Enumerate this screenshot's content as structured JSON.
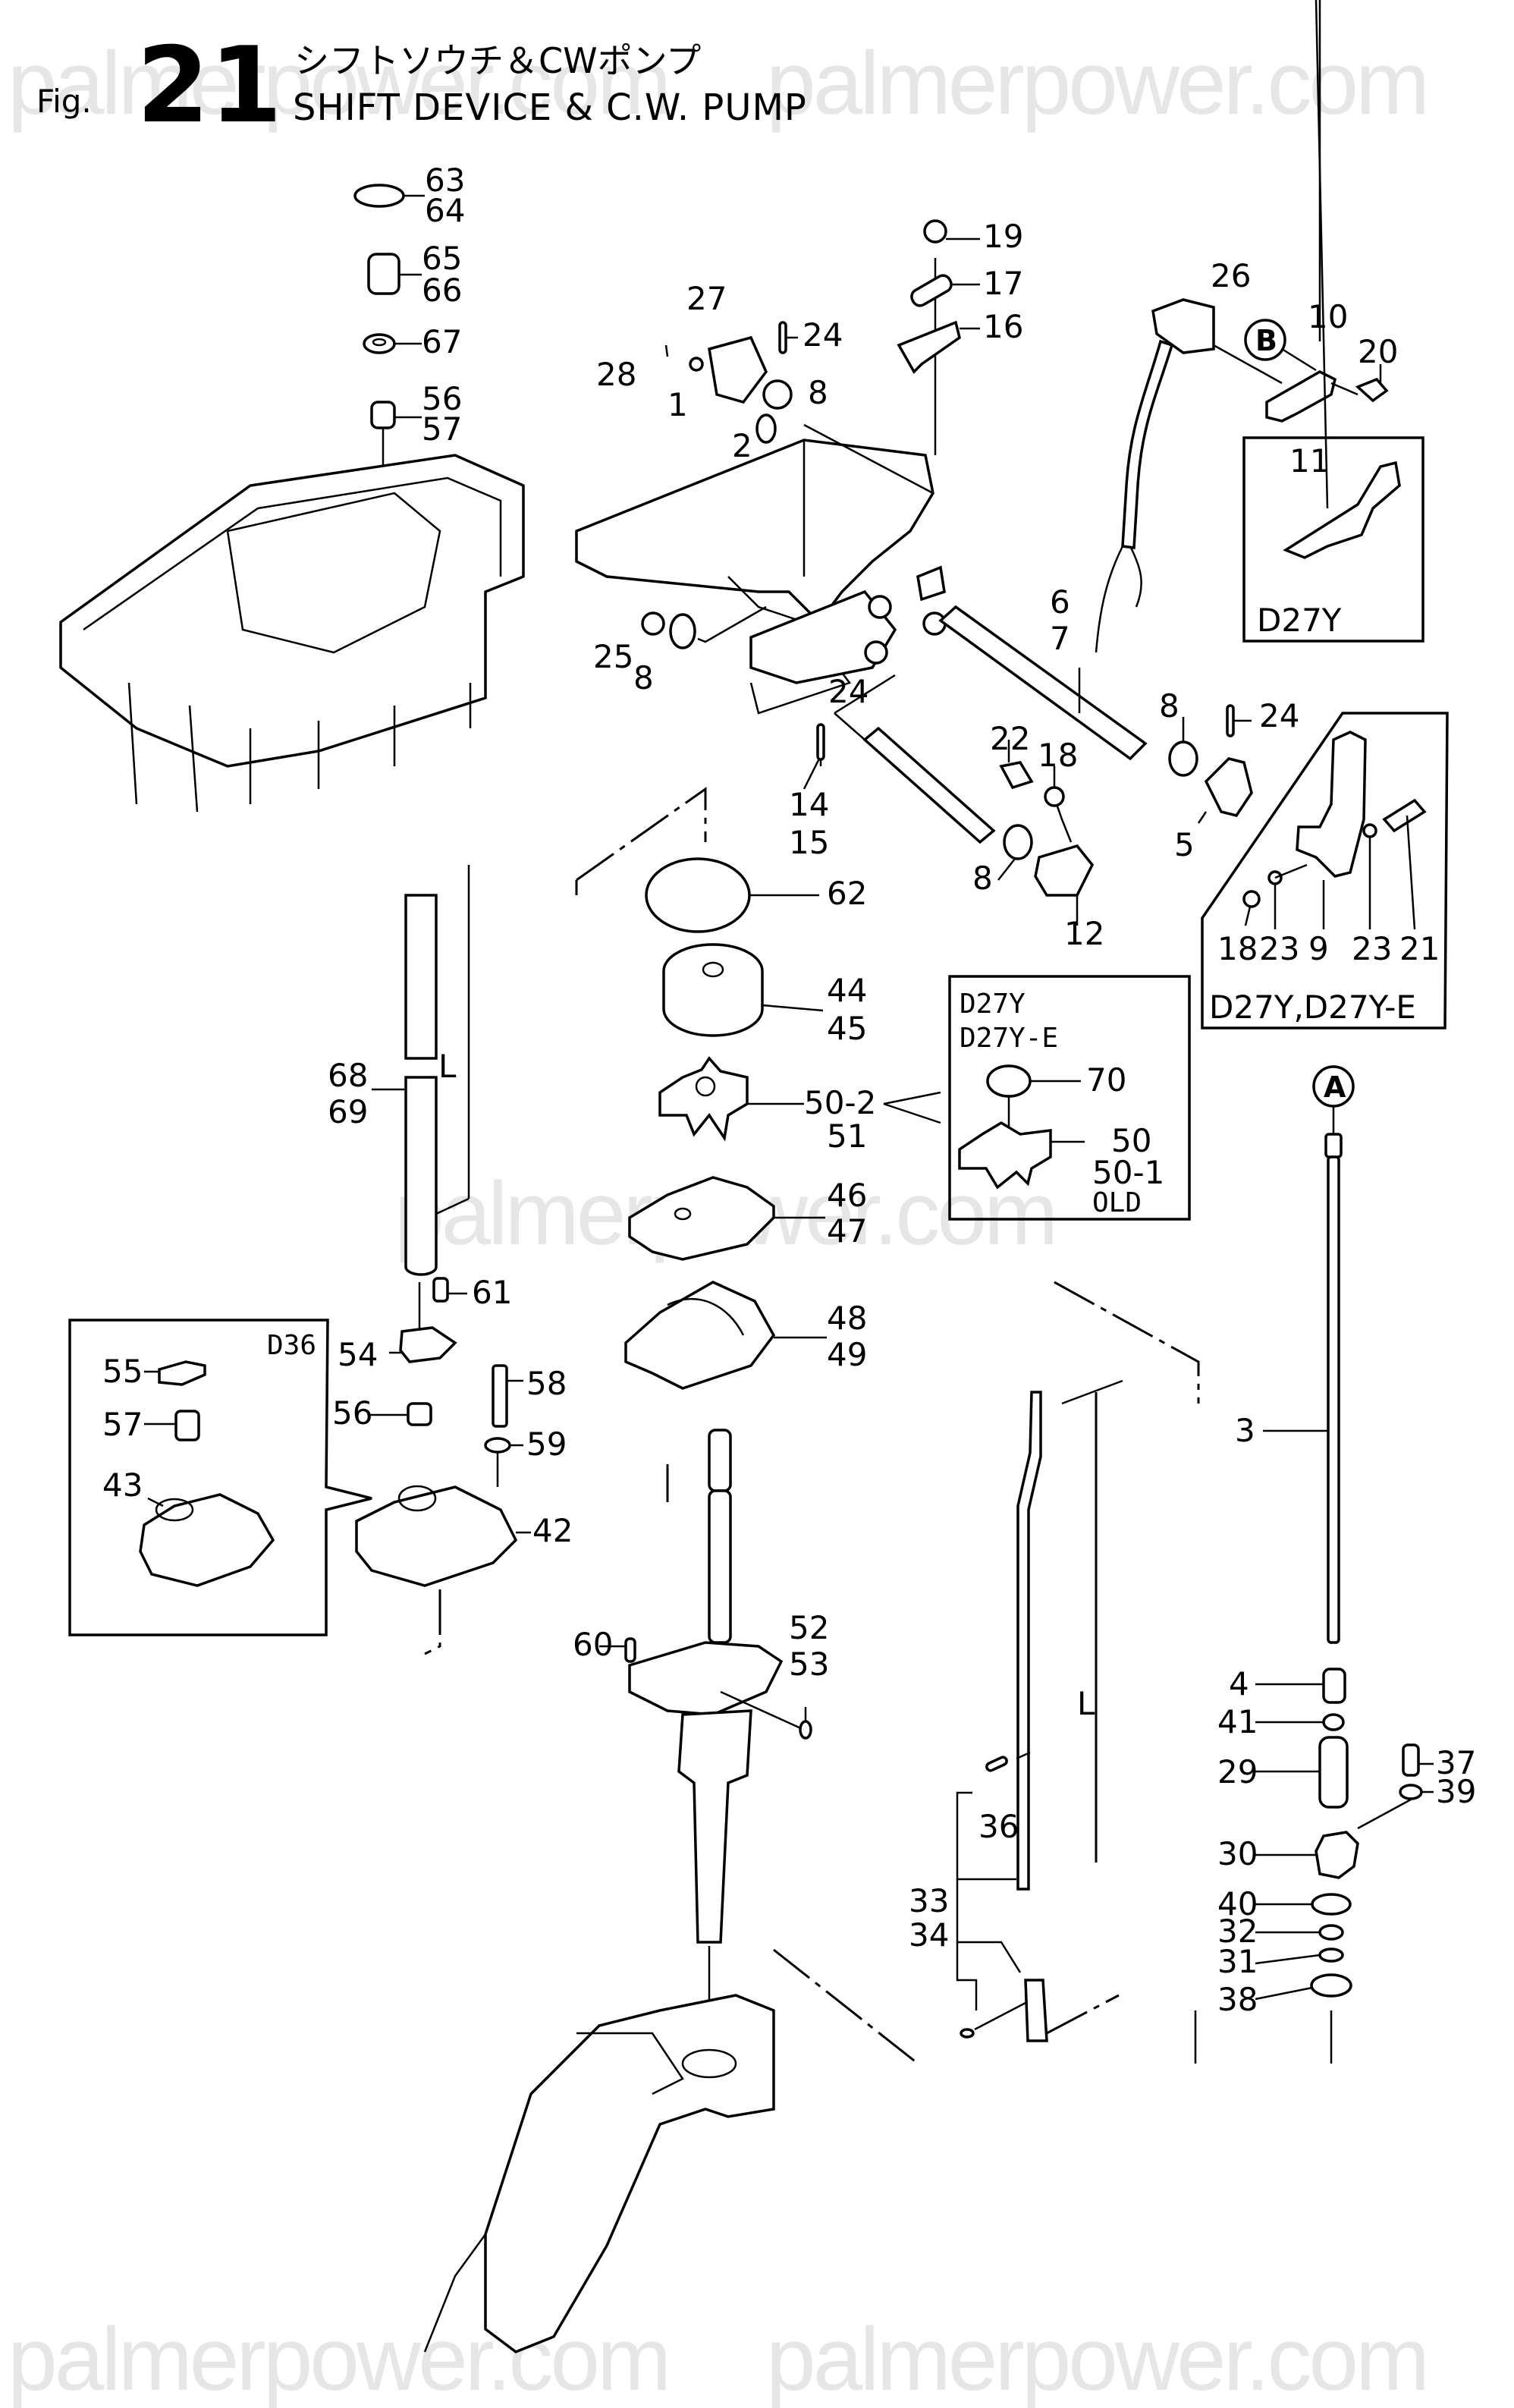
{
  "header": {
    "fig_prefix": "Fig.",
    "fig_number": "21",
    "title_jp": "シフトソウチ＆CWポンプ",
    "title_en": "SHIFT DEVICE & C.W. PUMP"
  },
  "watermark": {
    "text": "palmerpower.com",
    "color": "#e6e6e6"
  },
  "reference_markers": {
    "A": "A",
    "B": "B"
  },
  "variant_boxes": {
    "d27y_plate": "D27Y",
    "d27y_lever": "D27Y,D27Y-E",
    "impeller_line1": "D27Y",
    "impeller_line2": "D27Y-E",
    "impeller_old": "OLD",
    "d36": "D36"
  },
  "length_marker": "L",
  "callouts": [
    {
      "id": "63",
      "label": "63"
    },
    {
      "id": "64",
      "label": "64"
    },
    {
      "id": "65",
      "label": "65"
    },
    {
      "id": "66",
      "label": "66"
    },
    {
      "id": "67",
      "label": "67"
    },
    {
      "id": "56a",
      "label": "56"
    },
    {
      "id": "57a",
      "label": "57"
    },
    {
      "id": "19",
      "label": "19"
    },
    {
      "id": "17",
      "label": "17"
    },
    {
      "id": "16",
      "label": "16"
    },
    {
      "id": "27",
      "label": "27"
    },
    {
      "id": "24a",
      "label": "24"
    },
    {
      "id": "28",
      "label": "28"
    },
    {
      "id": "1",
      "label": "1"
    },
    {
      "id": "2",
      "label": "2"
    },
    {
      "id": "8a",
      "label": "8"
    },
    {
      "id": "26",
      "label": "26"
    },
    {
      "id": "10",
      "label": "10"
    },
    {
      "id": "20",
      "label": "20"
    },
    {
      "id": "11",
      "label": "11"
    },
    {
      "id": "25",
      "label": "25"
    },
    {
      "id": "8b",
      "label": "8"
    },
    {
      "id": "6",
      "label": "6"
    },
    {
      "id": "7",
      "label": "7"
    },
    {
      "id": "24b",
      "label": "24"
    },
    {
      "id": "22",
      "label": "22"
    },
    {
      "id": "18a",
      "label": "18"
    },
    {
      "id": "14",
      "label": "14"
    },
    {
      "id": "15",
      "label": "15"
    },
    {
      "id": "8c",
      "label": "8"
    },
    {
      "id": "12",
      "label": "12"
    },
    {
      "id": "8d",
      "label": "8"
    },
    {
      "id": "24c",
      "label": "24"
    },
    {
      "id": "5",
      "label": "5"
    },
    {
      "id": "18b",
      "label": "18"
    },
    {
      "id": "23a",
      "label": "23"
    },
    {
      "id": "9",
      "label": "9"
    },
    {
      "id": "23b",
      "label": "23"
    },
    {
      "id": "21",
      "label": "21"
    },
    {
      "id": "62",
      "label": "62"
    },
    {
      "id": "44",
      "label": "44"
    },
    {
      "id": "45",
      "label": "45"
    },
    {
      "id": "50-2",
      "label": "50-2"
    },
    {
      "id": "51",
      "label": "51"
    },
    {
      "id": "70",
      "label": "70"
    },
    {
      "id": "50",
      "label": "50"
    },
    {
      "id": "50-1",
      "label": "50-1"
    },
    {
      "id": "46",
      "label": "46"
    },
    {
      "id": "47",
      "label": "47"
    },
    {
      "id": "48",
      "label": "48"
    },
    {
      "id": "49",
      "label": "49"
    },
    {
      "id": "68",
      "label": "68"
    },
    {
      "id": "69",
      "label": "69"
    },
    {
      "id": "61",
      "label": "61"
    },
    {
      "id": "54",
      "label": "54"
    },
    {
      "id": "55",
      "label": "55"
    },
    {
      "id": "57b",
      "label": "57"
    },
    {
      "id": "43",
      "label": "43"
    },
    {
      "id": "56b",
      "label": "56"
    },
    {
      "id": "58",
      "label": "58"
    },
    {
      "id": "59",
      "label": "59"
    },
    {
      "id": "42",
      "label": "42"
    },
    {
      "id": "60",
      "label": "60"
    },
    {
      "id": "52",
      "label": "52"
    },
    {
      "id": "53",
      "label": "53"
    },
    {
      "id": "36",
      "label": "36"
    },
    {
      "id": "33",
      "label": "33"
    },
    {
      "id": "34",
      "label": "34"
    },
    {
      "id": "3",
      "label": "3"
    },
    {
      "id": "4",
      "label": "4"
    },
    {
      "id": "41",
      "label": "41"
    },
    {
      "id": "29",
      "label": "29"
    },
    {
      "id": "37",
      "label": "37"
    },
    {
      "id": "39",
      "label": "39"
    },
    {
      "id": "30",
      "label": "30"
    },
    {
      "id": "40",
      "label": "40"
    },
    {
      "id": "32",
      "label": "32"
    },
    {
      "id": "31",
      "label": "31"
    },
    {
      "id": "38",
      "label": "38"
    }
  ]
}
